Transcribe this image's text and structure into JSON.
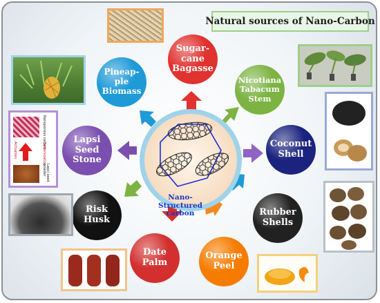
{
  "title": "Natural sources of Nano-Carbon",
  "center": {
    "label": "Nano-Structured\ncarbon"
  },
  "sources": [
    {
      "label": "Sugar-\ncane\nBagasse",
      "color": "#e0322f"
    },
    {
      "label": "Nicotiana\nTabacum\nStem",
      "color": "#7cb342"
    },
    {
      "label": "Coconut\nShell",
      "color": "#1a237e"
    },
    {
      "label": "Rubber\nShells",
      "color": "#212121"
    },
    {
      "label": "Orange\nPeel",
      "color": "#f57c00"
    },
    {
      "label": "Date\nPalm",
      "color": "#d32f2f"
    },
    {
      "label": "Risk\nHusk",
      "color": "#111111"
    },
    {
      "label": "Lapsi\nSeed\nStone",
      "color": "#7b4fb0"
    },
    {
      "label": "Pineap-\nple\nBiomass",
      "color": "#1e9ad6"
    }
  ],
  "inset": {
    "top_label": "Nanoporous carbon",
    "middle_label": "Carbonization",
    "bottom_label": "Lapsi seed powder",
    "left_label": "Activation"
  },
  "colors": {
    "title_border": "#9bd08a",
    "center_ring": "#9fd3ea",
    "hexagon": "#1a2ad6"
  }
}
